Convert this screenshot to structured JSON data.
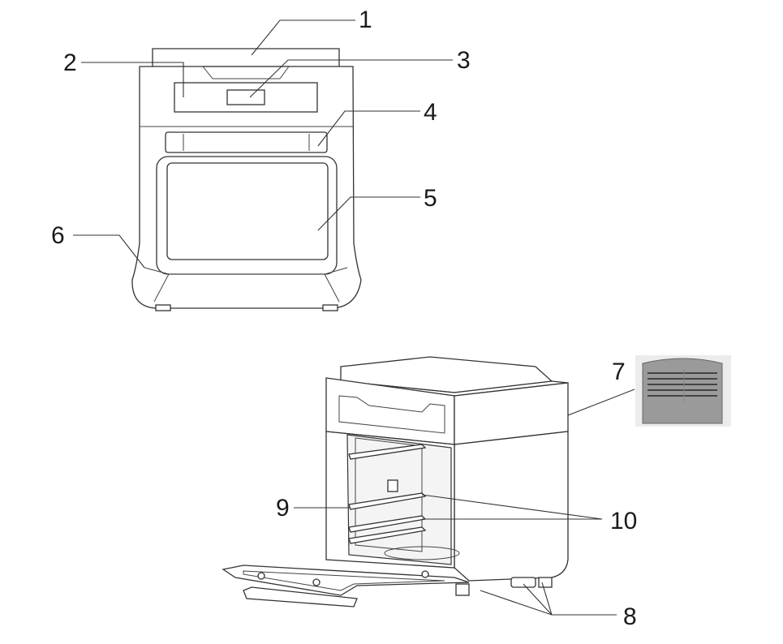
{
  "callouts": {
    "c1": "1",
    "c2": "2",
    "c3": "3",
    "c4": "4",
    "c5": "5",
    "c6": "6",
    "c7": "7",
    "c8": "8",
    "c9": "9",
    "c10": "10"
  },
  "colors": {
    "stroke": "#333333",
    "filter_panel": "#9a9a9a"
  }
}
